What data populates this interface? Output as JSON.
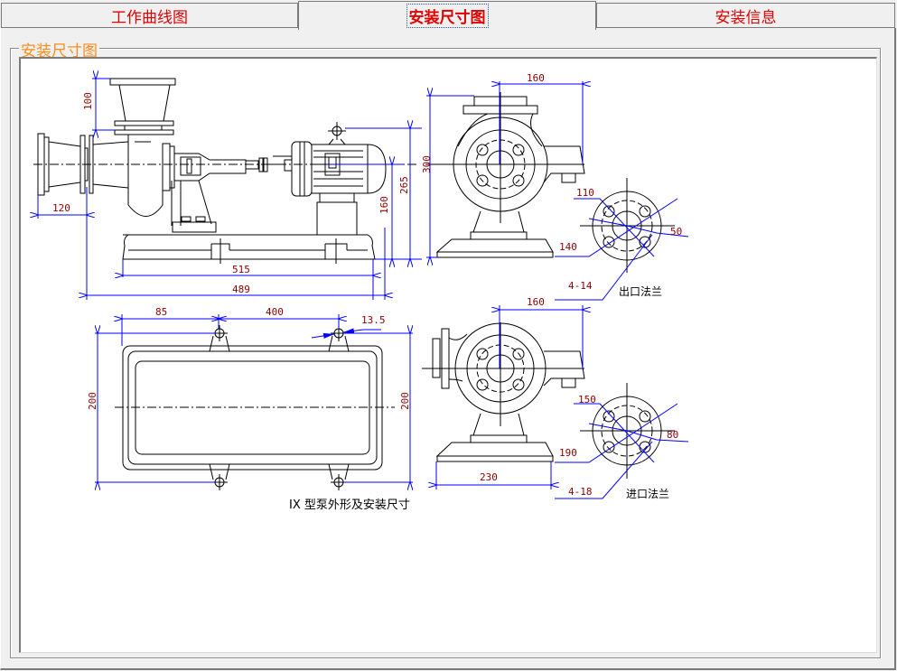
{
  "tabs": [
    {
      "label": "工作曲线图",
      "active": false
    },
    {
      "label": "安装尺寸图",
      "active": true
    },
    {
      "label": "安装信息",
      "active": false
    }
  ],
  "group": {
    "title": "安装尺寸图"
  },
  "drawing": {
    "caption": "IX 型泵外形及安装尺寸",
    "side_view": {
      "d_100": "100",
      "d_120": "120",
      "d_515": "515",
      "d_489": "489",
      "d_160": "160",
      "d_265": "265"
    },
    "end_view_top": {
      "d_160": "160",
      "d_300": "300"
    },
    "outlet_flange": {
      "label": "出口法兰",
      "d_110": "110",
      "d_140": "140",
      "d_50": "50",
      "holes": "4-14"
    },
    "plan_view": {
      "d_85": "85",
      "d_400": "400",
      "d_13_5": "13.5",
      "d_200_left": "200",
      "d_200_right": "200"
    },
    "end_view_bottom": {
      "d_160": "160",
      "d_230": "230"
    },
    "inlet_flange": {
      "label": "进口法兰",
      "d_150": "150",
      "d_190": "190",
      "d_80": "80",
      "holes": "4-18"
    }
  },
  "colors": {
    "tab_text": "#e00000",
    "group_title": "#ff8c1a",
    "dimension_line": "#0000ff",
    "dimension_text": "#8b0000"
  }
}
